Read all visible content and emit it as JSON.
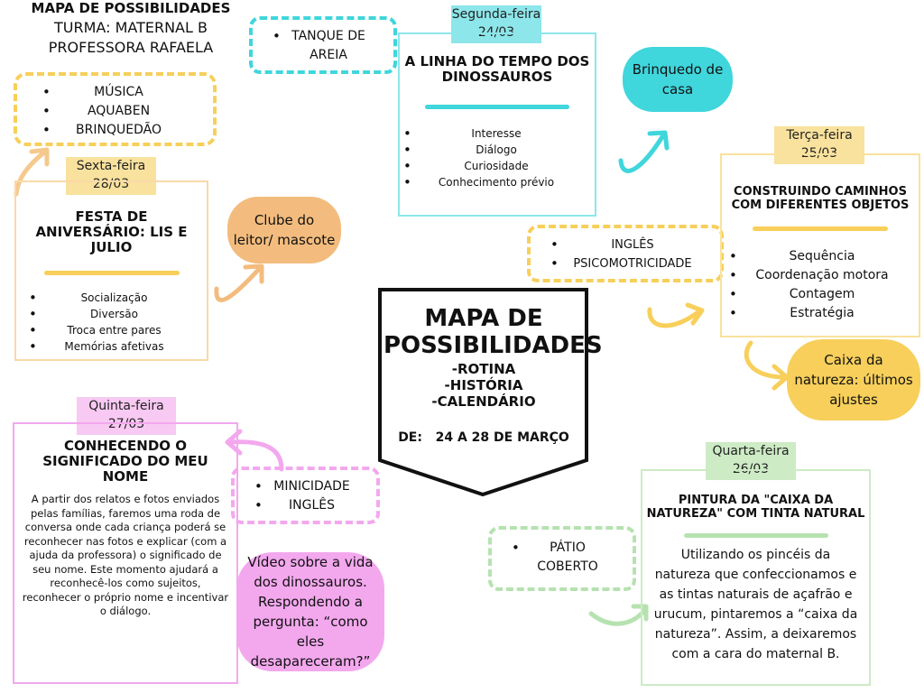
{
  "header": {
    "title": "MAPA DE POSSIBILIDADES",
    "class": "TURMA: MATERNAL B",
    "teacher": "PROFESSORA RAFAELA"
  },
  "topleft_box": {
    "items": [
      "MÚSICA",
      "AQUABEN",
      "BRINQUEDÃO"
    ]
  },
  "tanque_box": {
    "items": [
      "TANQUE DE AREIA"
    ]
  },
  "monday": {
    "day": "Segunda-feira",
    "date": "24/03",
    "title": "A LINHA DO TEMPO DOS DINOSSAUROS",
    "items": [
      "Interesse",
      "Diálogo",
      "Curiosidade",
      "Conhecimento prévio"
    ]
  },
  "brinquedo_blob": {
    "text": "Brinquedo de casa"
  },
  "friday": {
    "day": "Sexta-feira",
    "date": "28/03",
    "title": "FESTA DE ANIVERSÁRIO: LIS E JULIO",
    "items": [
      "Socialização",
      "Diversão",
      "Troca entre pares",
      "Memórias afetivas"
    ]
  },
  "clube_blob": {
    "text": "Clube do leitor/ mascote"
  },
  "ingles_box": {
    "items": [
      "INGLÊS",
      "PSICOMOTRICIDADE"
    ]
  },
  "tuesday": {
    "day": "Terça-feira",
    "date": "25/03",
    "title": "CONSTRUINDO CAMINHOS COM DIFERENTES OBJETOS",
    "items": [
      "Sequência",
      "Coordenação motora",
      "Contagem",
      "Estratégia"
    ]
  },
  "caixa_blob": {
    "text": "Caixa da natureza: últimos ajustes"
  },
  "center": {
    "title": "MAPA DE POSSIBILIDADES",
    "subitems": [
      "-ROTINA",
      "-HISTÓRIA",
      "-CALENDÁRIO"
    ],
    "dates": "DE:   24 A 28 DE MARÇO"
  },
  "thursday": {
    "day": "Quinta-feira",
    "date": "27/03",
    "title": "CONHECENDO O SIGNIFICADO DO MEU NOME",
    "paragraph": "A partir dos relatos e fotos enviados pelas famílias, faremos uma roda de conversa onde cada criança poderá se reconhecer nas fotos e explicar (com a ajuda da professora) o significado de seu nome. Este momento ajudará a reconhecê-los como sujeitos, reconhecer o próprio nome e incentivar o diálogo."
  },
  "minicidade_box": {
    "items": [
      "MINICIDADE",
      "INGLÊS"
    ]
  },
  "video_blob": {
    "text": "Vídeo sobre a vida dos dinossauros. Respondendo a pergunta: “como eles desapareceram?”"
  },
  "wednesday": {
    "day": "Quarta-feira",
    "date": "26/03",
    "title": "PINTURA DA \"CAIXA DA NATUREZA\" COM TINTA NATURAL",
    "paragraph": "Utilizando os pincéis da natureza que confeccionamos e as tintas naturais de açafrão e urucum, pintaremos a “caixa da natureza”. Assim, a deixaremos com a cara do maternal B."
  },
  "patio_box": {
    "items": [
      "PÁTIO COBERTO"
    ]
  },
  "colors": {
    "yellow": "#f7cf5a",
    "cyan": "#3fd6dc",
    "orange": "#f3bc7e",
    "pink": "#f3a8ee",
    "green": "#b6e2b0",
    "tag_yellow": "#f9e29d",
    "tag_pink": "#f8c9f3",
    "tag_green": "#cdebc5",
    "tag_cyan": "#8de6ea"
  }
}
